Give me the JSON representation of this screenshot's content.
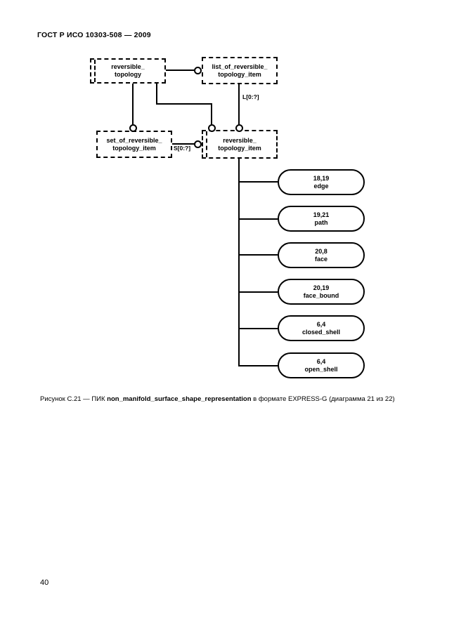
{
  "page": {
    "header": "ГОСТ Р ИСО 10303-508 — 2009",
    "page_number": "40"
  },
  "caption": {
    "prefix": "Рисунок С.21 — ПИК ",
    "entity_name": "non_manifold_surface_shape_representation",
    "suffix": " в формате EXPRESS-G (диаграмма 21 из 22)"
  },
  "diagram": {
    "boxes": {
      "reversible_topology": {
        "line1": "reversible_",
        "line2": "topology"
      },
      "list_of_reversible_topology_item": {
        "line1": "list_of_reversible_",
        "line2": "topology_item"
      },
      "set_of_reversible_topology_item": {
        "line1": "set_of_reversible_",
        "line2": "topology_item"
      },
      "reversible_topology_item": {
        "line1": "reversible_",
        "line2": "topology_item"
      }
    },
    "edge_labels": {
      "list_bound": "L[0:?]",
      "set_bound": "S[0:?]"
    },
    "entity_refs": [
      {
        "ref": "18,19",
        "name": "edge"
      },
      {
        "ref": "19,21",
        "name": "path"
      },
      {
        "ref": "20,8",
        "name": "face"
      },
      {
        "ref": "20,19",
        "name": "face_bound"
      },
      {
        "ref": "6,4",
        "name": "closed_shell"
      },
      {
        "ref": "6,4",
        "name": "open_shell"
      }
    ]
  }
}
